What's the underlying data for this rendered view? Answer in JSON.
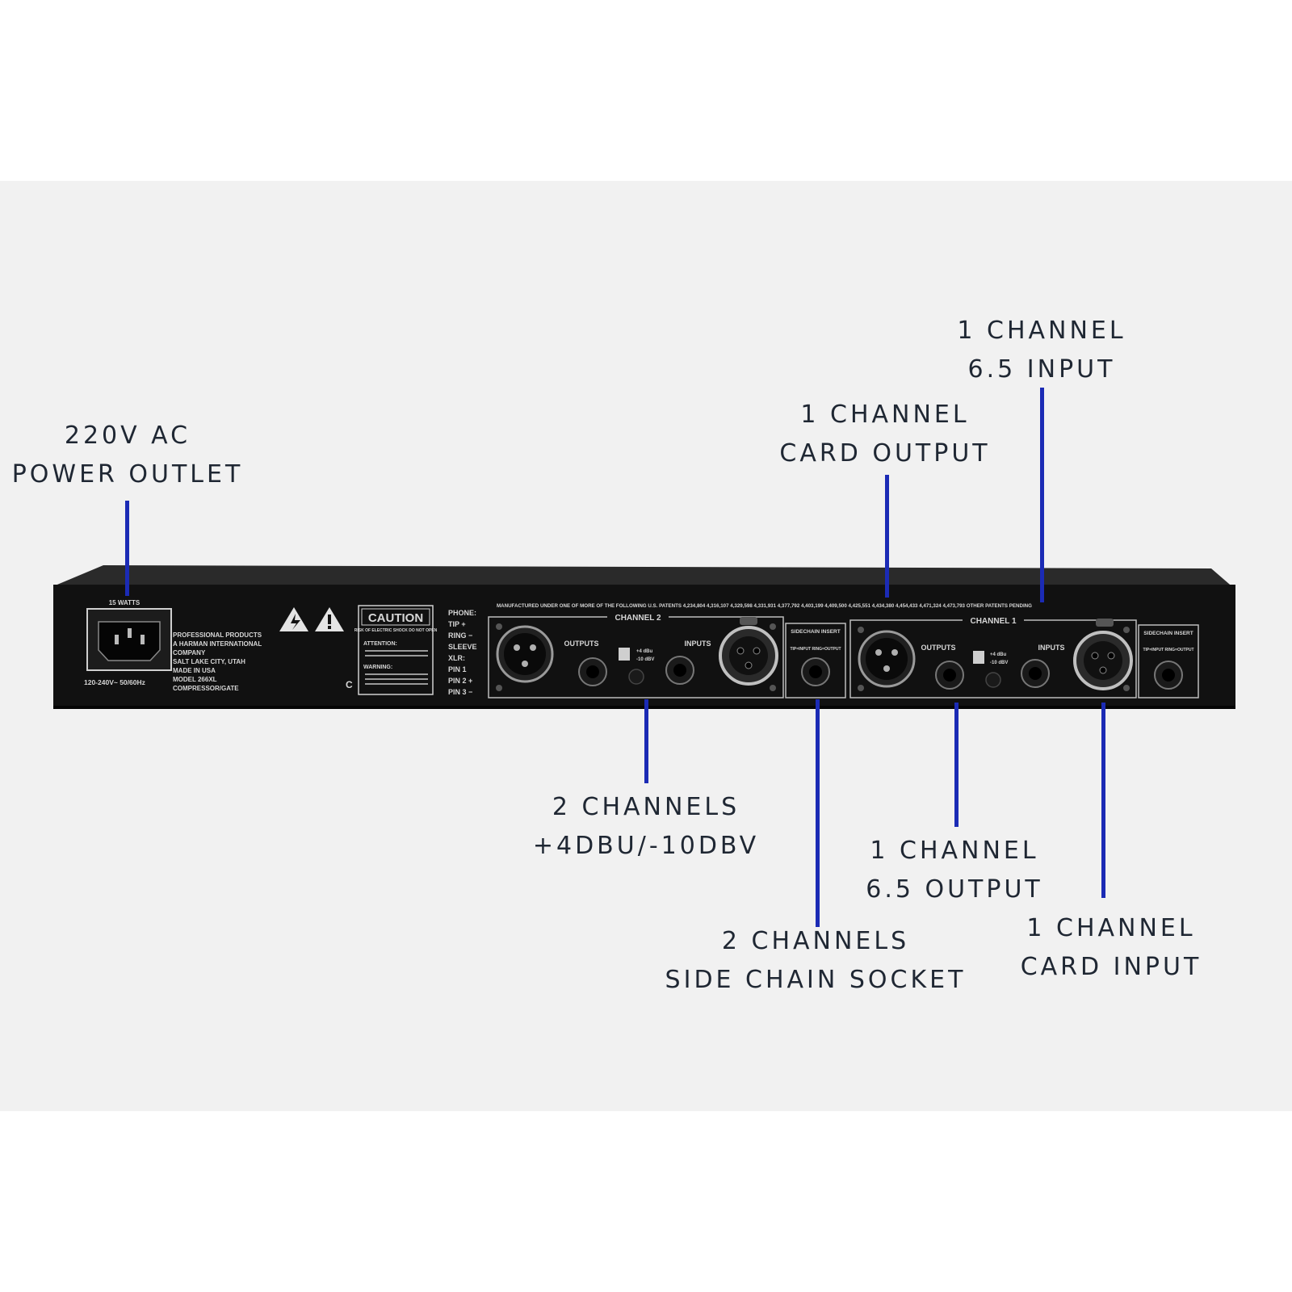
{
  "colors": {
    "leader": "#1b2bb5",
    "label": "#1f2733",
    "chassis": "#111111",
    "background_band": "#f1f1f1"
  },
  "callouts": {
    "power": {
      "line1": "220V AC",
      "line2": "POWER OUTLET"
    },
    "card_output": {
      "line1": "1 CHANNEL",
      "line2": "CARD OUTPUT"
    },
    "input_65": {
      "line1": "1 CHANNEL",
      "line2": "6.5 INPUT"
    },
    "level": {
      "line1": "2 CHANNELS",
      "line2": "+4DBU/-10DBV"
    },
    "sidechain": {
      "line1": "2 CHANNELS",
      "line2": "SIDE CHAIN SOCKET"
    },
    "output_65": {
      "line1": "1 CHANNEL",
      "line2": "6.5 OUTPUT"
    },
    "card_input": {
      "line1": "1 CHANNEL",
      "line2": "CARD INPUT"
    }
  },
  "panel": {
    "power_rating": "15 WATTS",
    "voltage": "120-240V~ 50/60Hz",
    "maker_lines": [
      "PROFESSIONAL PRODUCTS",
      "A HARMAN INTERNATIONAL",
      "COMPANY",
      "SALT LAKE CITY, UTAH",
      "MADE IN USA",
      "MODEL 266XL",
      "COMPRESSOR/GATE"
    ],
    "caution": "CAUTION",
    "caution_sub": "RISK OF ELECTRIC SHOCK DO NOT OPEN",
    "attention": "ATTENTION:",
    "warning": "WARNING:",
    "wiring": [
      "PHONE:",
      "TIP +",
      "RING −",
      "SLEEVE",
      "XLR:",
      "PIN 1",
      "PIN 2 +",
      "PIN 3 −"
    ],
    "patents": "MANUFACTURED UNDER ONE OF MORE OF THE FOLLOWING U.S. PATENTS 4,234,804 4,316,107 4,329,598 4,331,931 4,377,792 4,403,199 4,409,500 4,425,551 4,434,380 4,454,433 4,471,324 4,473,793 OTHER PATENTS PENDING",
    "channel2": "CHANNEL 2",
    "channel1": "CHANNEL 1",
    "outputs": "OUTPUTS",
    "inputs": "INPUTS",
    "level_a": "+4 dBu",
    "level_b": "-10 dBV",
    "sidechain": "SIDECHAIN INSERT",
    "sidechain_sub": "TIP=INPUT RING=OUTPUT",
    "mark_c": "C"
  }
}
